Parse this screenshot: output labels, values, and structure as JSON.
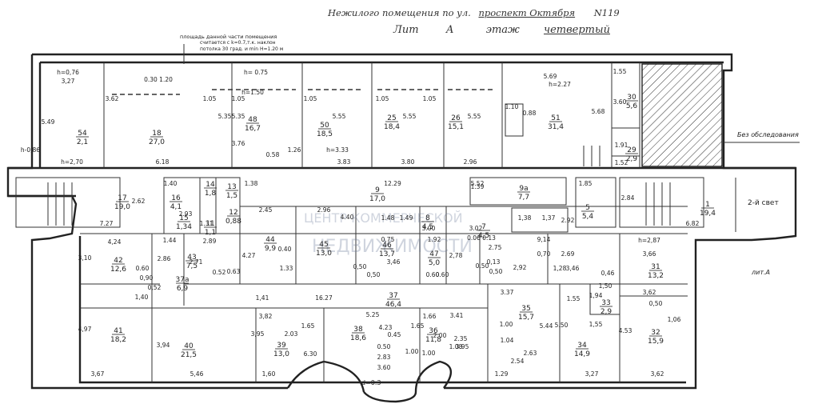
{
  "header": {
    "line1_label": "Нежилого помещения по ул.",
    "street": "проспект Октября",
    "number": "N119",
    "lit_label": "Лит",
    "lit_value": "А",
    "floor_label": "этаж",
    "floor_value": "четвертый"
  },
  "notes": {
    "area_note_1": "площадь данной части помещения",
    "area_note_2": "считается с k=0.7,т.к. наклон",
    "area_note_3": "потолка 30 град. и min H=1.20 м",
    "no_survey": "Без обследования",
    "second_light": "2-й свет",
    "lit_a": "лит.А",
    "d_value": "d=0.3"
  },
  "watermark": {
    "line1": "ЦЕНТР КОММЕРЧЕСКОЙ",
    "line2": "НЕДВИЖИМОСТИ"
  },
  "rooms": [
    {
      "id": "54",
      "area": "2,1"
    },
    {
      "id": "18",
      "area": "27,0"
    },
    {
      "id": "48",
      "area": "16,7"
    },
    {
      "id": "50",
      "area": "18,5"
    },
    {
      "id": "25",
      "area": "18,4"
    },
    {
      "id": "26",
      "area": "15,1"
    },
    {
      "id": "51",
      "area": "31,4"
    },
    {
      "id": "30",
      "area": "5,6"
    },
    {
      "id": "29",
      "area": "2,9"
    },
    {
      "id": "17",
      "area": "19,0"
    },
    {
      "id": "16",
      "area": "4,1"
    },
    {
      "id": "14",
      "area": "1,8"
    },
    {
      "id": "13",
      "area": "1,5"
    },
    {
      "id": "12",
      "area": "0,88"
    },
    {
      "id": "11",
      "area": "1,1"
    },
    {
      "id": "15",
      "area": "1,34"
    },
    {
      "id": "9",
      "area": "17,0"
    },
    {
      "id": "9а",
      "area": "7,7"
    },
    {
      "id": "5",
      "area": "5,4"
    },
    {
      "id": "1",
      "area": "19,4"
    },
    {
      "id": "8",
      "area": "4,5"
    },
    {
      "id": "7",
      "area": "4,5"
    },
    {
      "id": "42",
      "area": "12,6"
    },
    {
      "id": "43",
      "area": "7,5"
    },
    {
      "id": "44",
      "area": "9,9"
    },
    {
      "id": "45",
      "area": "13,0"
    },
    {
      "id": "46",
      "area": "13,7"
    },
    {
      "id": "47",
      "area": "5,0"
    },
    {
      "id": "31",
      "area": "13,2"
    },
    {
      "id": "37а",
      "area": "6,9"
    },
    {
      "id": "37",
      "area": "46,4"
    },
    {
      "id": "41",
      "area": "18,2"
    },
    {
      "id": "40",
      "area": "21,5"
    },
    {
      "id": "39",
      "area": "13,0"
    },
    {
      "id": "38",
      "area": "18,6"
    },
    {
      "id": "36",
      "area": "11,8"
    },
    {
      "id": "35",
      "area": "15,7"
    },
    {
      "id": "34",
      "area": "14,9"
    },
    {
      "id": "33",
      "area": "2,9"
    },
    {
      "id": "32",
      "area": "15,9"
    }
  ],
  "dimensions": [
    "h=0,76",
    "3,27",
    "5.49",
    "h-0,86",
    "h=2,70",
    "3.62",
    "0.30 1.20",
    "6.18",
    "h= 0.75",
    "1.05",
    "1.05",
    "h=1.50",
    "5.35",
    "5.35",
    "3.76",
    "0.58",
    "1.26",
    "h=3.33",
    "1.05",
    "1.05",
    "1.05",
    "5.55",
    "5.55",
    "5.55",
    "3.83",
    "3.80",
    "2.96",
    "1.10",
    "0.88",
    "5.69",
    "h=2.27",
    "5.68",
    "1.55",
    "3.60",
    "1.91",
    "1.52",
    "1.40",
    "12.29",
    "5.52",
    "1.85",
    "2.62",
    "7.27",
    "2.93",
    "1.31",
    "2.45",
    "2.96",
    "1.49",
    "1.48",
    "3.00",
    "3.02",
    "2.92",
    "2.84",
    "6.82",
    "1.39",
    "1.38",
    "4,24",
    "1.44",
    "2.89",
    "3,10",
    "0.60",
    "2.86",
    "2.71",
    "4.27",
    "0.40",
    "1.33",
    "0.52",
    "0.63",
    "4.40",
    "0.75",
    "1.92",
    "0.06 0.13",
    "2.75",
    "9,14",
    "0,70",
    "2.69",
    "3,46",
    "h=2,87",
    "3,66",
    "3,62",
    "0,90",
    "0,52",
    "1,40",
    "1,41",
    "16.27",
    "0,50",
    "0,50",
    "0.60",
    "0.60",
    "0.50",
    "3,46",
    "2,78",
    "0,13",
    "0,50",
    "2,92",
    "1,28",
    "1,50",
    "1,94",
    "1,55",
    "0,50",
    "1,06",
    "4,97",
    "3,94",
    "3,82",
    "3,95",
    "2.03",
    "1.65",
    "5.25",
    "4.23",
    "1.65",
    "1.66",
    "3.41",
    "2.35",
    "3.95",
    "1.00",
    "1.04",
    "2.54",
    "2.63",
    "3.37",
    "5.44",
    "5.50",
    "4.53",
    "1.55",
    "2.00",
    "1.08",
    "0.45",
    "0.50",
    "2.83",
    "3.60",
    "6.30",
    "1.00",
    "1.00",
    "3,67",
    "5,46",
    "1,60",
    "1.29",
    "3,27",
    "3,62",
    "0,46",
    "1,38",
    "1,37"
  ]
}
